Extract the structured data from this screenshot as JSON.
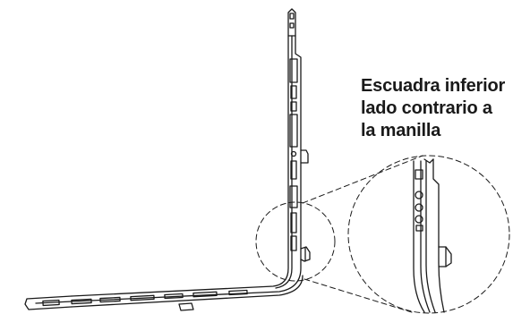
{
  "caption": {
    "lines": [
      "Escuadra inferior",
      "lado contrario a",
      "la manilla"
    ]
  },
  "colors": {
    "line": "#1a1a1a",
    "background": "#ffffff"
  },
  "icons": {
    "main_part": "corner-drive-hardware-drawing",
    "detail_part": "corner-drive-detail-drawing"
  }
}
